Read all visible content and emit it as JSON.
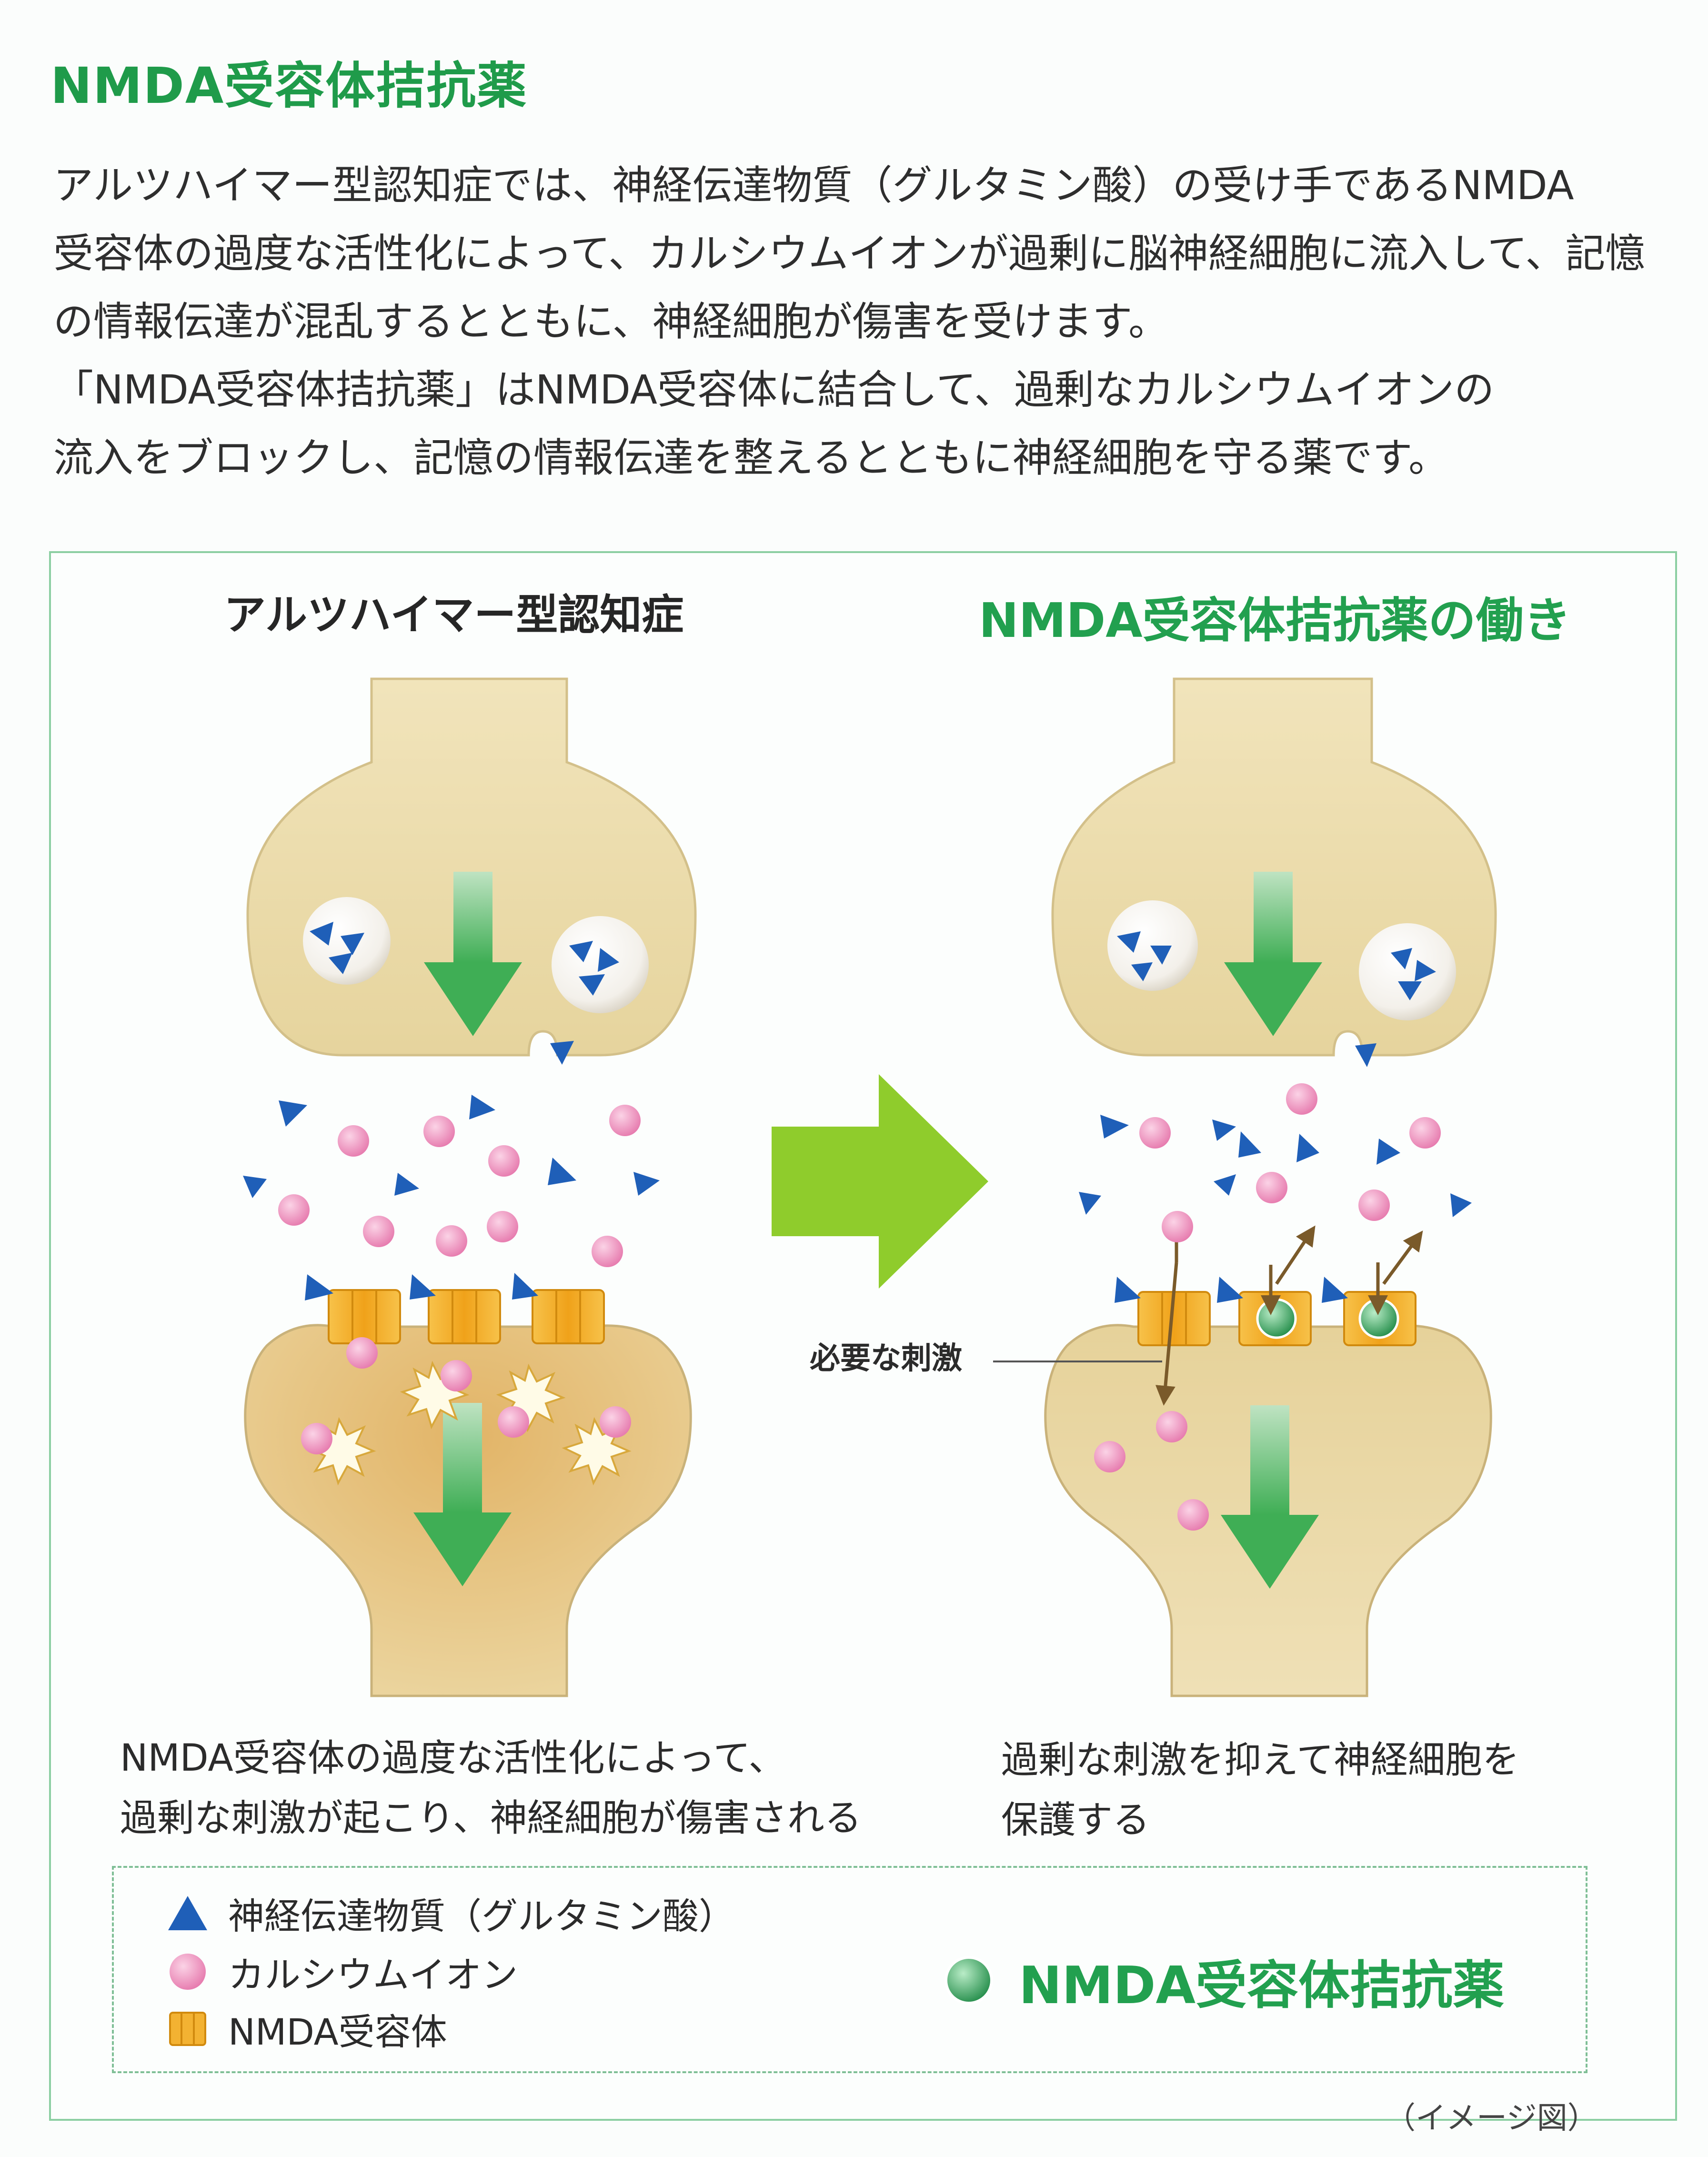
{
  "heading": "NMDA受容体拮抗薬",
  "intro": {
    "para1_lines": [
      "アルツハイマー型認知症では、神経伝達物質（グルタミン酸）の受け手であるNMDA",
      "受容体の過度な活性化によって、カルシウムイオンが過剰に脳神経細胞に流入して、記憶",
      "の情報伝達が混乱するとともに、神経細胞が傷害を受けます。"
    ],
    "para2_lines": [
      "「NMDA受容体拮抗薬」はNMDA受容体に結合して、過剰なカルシウムイオンの",
      "流入をブロックし、記憶の情報伝達を整えるとともに神経細胞を守る薬です。"
    ]
  },
  "diagram": {
    "left_title": "アルツハイマー型認知症",
    "right_title": "NMDA受容体拮抗薬の働き",
    "stimulus_label": "必要な刺激",
    "left_caption_lines": [
      "NMDA受容体の過度な活性化によって、",
      "過剰な刺激が起こり、神経細胞が傷害される"
    ],
    "right_caption_lines": [
      "過剰な刺激を抑えて神経細胞を",
      "保護する"
    ]
  },
  "legend": {
    "neurotransmitter": "神経伝達物質（グルタミン酸）",
    "calcium": "カルシウムイオン",
    "receptor": "NMDA受容体",
    "drug": "NMDA受容体拮抗薬"
  },
  "note": "（イメージ図）",
  "colors": {
    "heading_green": "#1f9b4a",
    "neuron_beige": "#ead9a7",
    "arrow_green": "#4fb55e",
    "big_arrow_lime": "#8fcc2c",
    "glutamate_blue": "#1f5fb8",
    "calcium_pink": "#ec8bb9",
    "receptor_orange": "#f1a81d",
    "drug_green": "#2f9a55"
  },
  "icons": [
    "triangle-icon",
    "circle-icon",
    "receptor-icon",
    "drug-sphere-icon",
    "arrow-down-icon",
    "arrow-right-icon",
    "spark-icon"
  ]
}
